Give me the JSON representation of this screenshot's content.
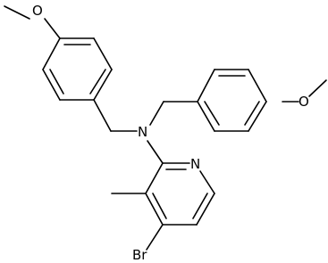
{
  "molecule": {
    "atom_labels": {
      "methoxy_left_o": "O",
      "methoxy_right_o": "O",
      "amine_n": "N",
      "pyridine_n": "N",
      "bromine": "Br"
    },
    "colors": {
      "bond": "#000000",
      "label": "#000000",
      "background": "#ffffff"
    }
  }
}
